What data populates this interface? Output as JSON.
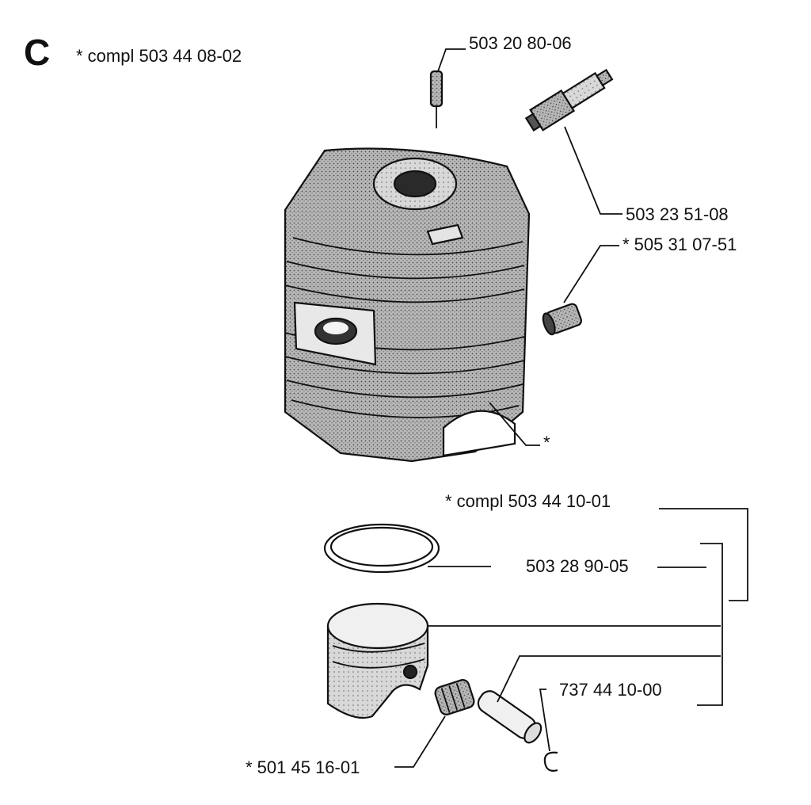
{
  "section_letter": "C",
  "cylinder_assembly": {
    "label": "* compl 503 44 08-02"
  },
  "callouts": {
    "cylinder_stud": "503 20 80-06",
    "spark_plug": "503 23 51-08",
    "decompression_valve": "* 505 31 07-51",
    "cylinder_gasket": "*",
    "piston_assembly": "* compl 503 44 10-01",
    "piston_ring": "503 28 90-05",
    "needle_bearing": "* 501 45 16-01",
    "circlip": "737 44 10-00"
  },
  "colors": {
    "ink": "#111111",
    "shade": "#9a9a9a",
    "paper": "#ffffff"
  }
}
